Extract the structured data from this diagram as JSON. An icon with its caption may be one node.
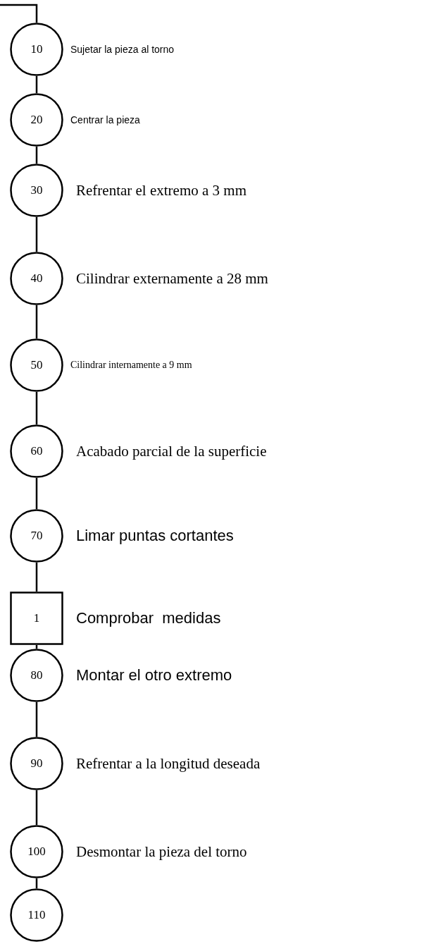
{
  "diagram": {
    "nodes": [
      {
        "text": [
          "10"
        ],
        "beside": [
          "Sujetar la pieza al torno"
        ]
      },
      {
        "text": [
          "20"
        ],
        "beside": [
          "Centrar la pieza"
        ]
      },
      {
        "text": [
          "30"
        ],
        "beside": [
          "Refrentar el extremo a 3 mm"
        ]
      },
      {
        "text": [
          "40"
        ],
        "beside": [
          "Cilindrar externamente a 28 mm"
        ]
      },
      {
        "text": [
          "50"
        ],
        "beside": [
          "Cilindrar internamente a 9 mm"
        ]
      },
      {
        "text": [
          "60"
        ],
        "beside": [
          "Acabado parcial de la superficie"
        ]
      },
      {
        "text": [
          "70"
        ],
        "beside": [
          "Limar puntas cortantes"
        ]
      },
      {
        "text": [
          "1"
        ],
        "beside": [
          "Comprobar  medidas"
        ]
      },
      {
        "text": [
          "80"
        ],
        "beside": [
          "Montar el otro extremo"
        ]
      },
      {
        "text": [
          "90"
        ],
        "beside": [
          "Refrentar a la longitud deseada"
        ]
      },
      {
        "text": [
          "100"
        ],
        "beside": [
          "Desmontar la pieza del torno"
        ]
      },
      {
        "text": [
          "110"
        ]
      }
    ],
    "edges": [
      {
        "from": null,
        "to": 0,
        "arrow": "none"
      },
      {
        "from": 0,
        "to": 1,
        "arrow": "none"
      },
      {
        "from": 1,
        "to": 2,
        "arrow": "none"
      },
      {
        "from": 2,
        "to": 3,
        "arrow": "none"
      },
      {
        "from": 3,
        "to": 4,
        "arrow": "none"
      },
      {
        "from": 4,
        "to": 5,
        "arrow": "none"
      },
      {
        "from": 5,
        "to": 6,
        "arrow": "none"
      },
      {
        "from": 6,
        "to": 7,
        "arrow": "none"
      },
      {
        "from": 7,
        "to": 8,
        "arrow": "none"
      },
      {
        "from": 8,
        "to": 9,
        "arrow": "none"
      },
      {
        "from": 9,
        "to": 10,
        "arrow": "none"
      },
      {
        "from": 10,
        "to": 11,
        "arrow": "none"
      }
    ]
  }
}
